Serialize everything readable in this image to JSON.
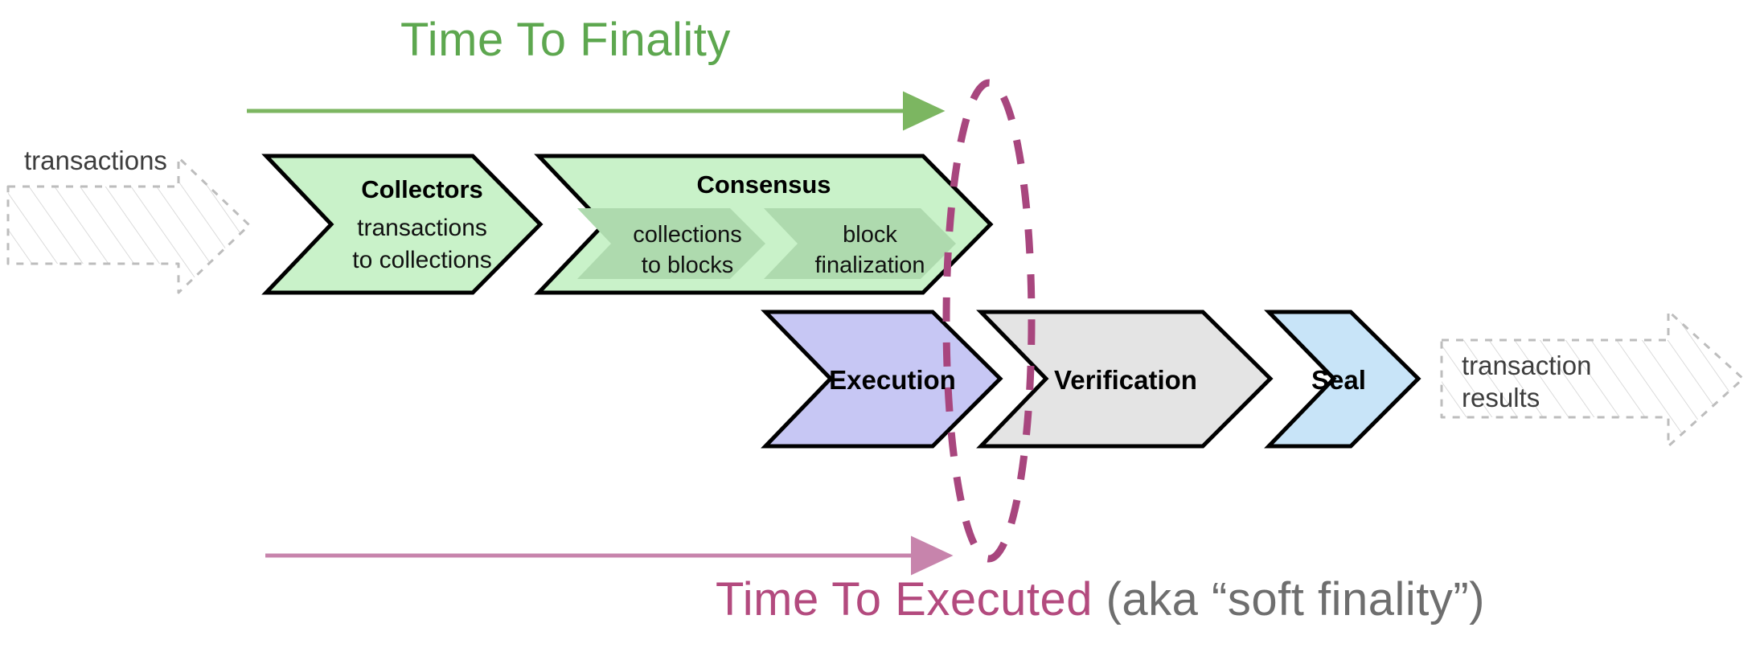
{
  "diagram": {
    "title_top": "Time To Finality",
    "title_bottom_main": "Time To Executed",
    "title_bottom_sub": " (aka “soft finality”)",
    "colors": {
      "finality_green": "#5da74f",
      "executed_magenta": "#b34a7e",
      "executed_sub_gray": "#6e6e6e",
      "collectors_fill": "#c9f2c9",
      "consensus_fill": "#c9f2c9",
      "consensus_inner_fill": "#aedaae",
      "execution_fill": "#c7c7f4",
      "verification_fill": "#e4e4e4",
      "seal_fill": "#c8e4f8",
      "ghost_stroke": "#b9b9b9",
      "outline": "#000000"
    },
    "input": {
      "label": "transactions"
    },
    "output": {
      "line1": "transaction",
      "line2": "results"
    },
    "top_row": [
      {
        "id": "collectors",
        "title": "Collectors",
        "sub_line1": "transactions",
        "sub_line2": "to collections"
      },
      {
        "id": "consensus",
        "title": "Consensus",
        "inner": [
          {
            "id": "collections-to-blocks",
            "line1": "collections",
            "line2": "to blocks"
          },
          {
            "id": "block-finalization",
            "line1": "block",
            "line2": "finalization"
          }
        ]
      }
    ],
    "bottom_row": [
      {
        "id": "execution",
        "label": "Execution"
      },
      {
        "id": "verification",
        "label": "Verification"
      },
      {
        "id": "seal",
        "label": "Seal"
      }
    ]
  }
}
